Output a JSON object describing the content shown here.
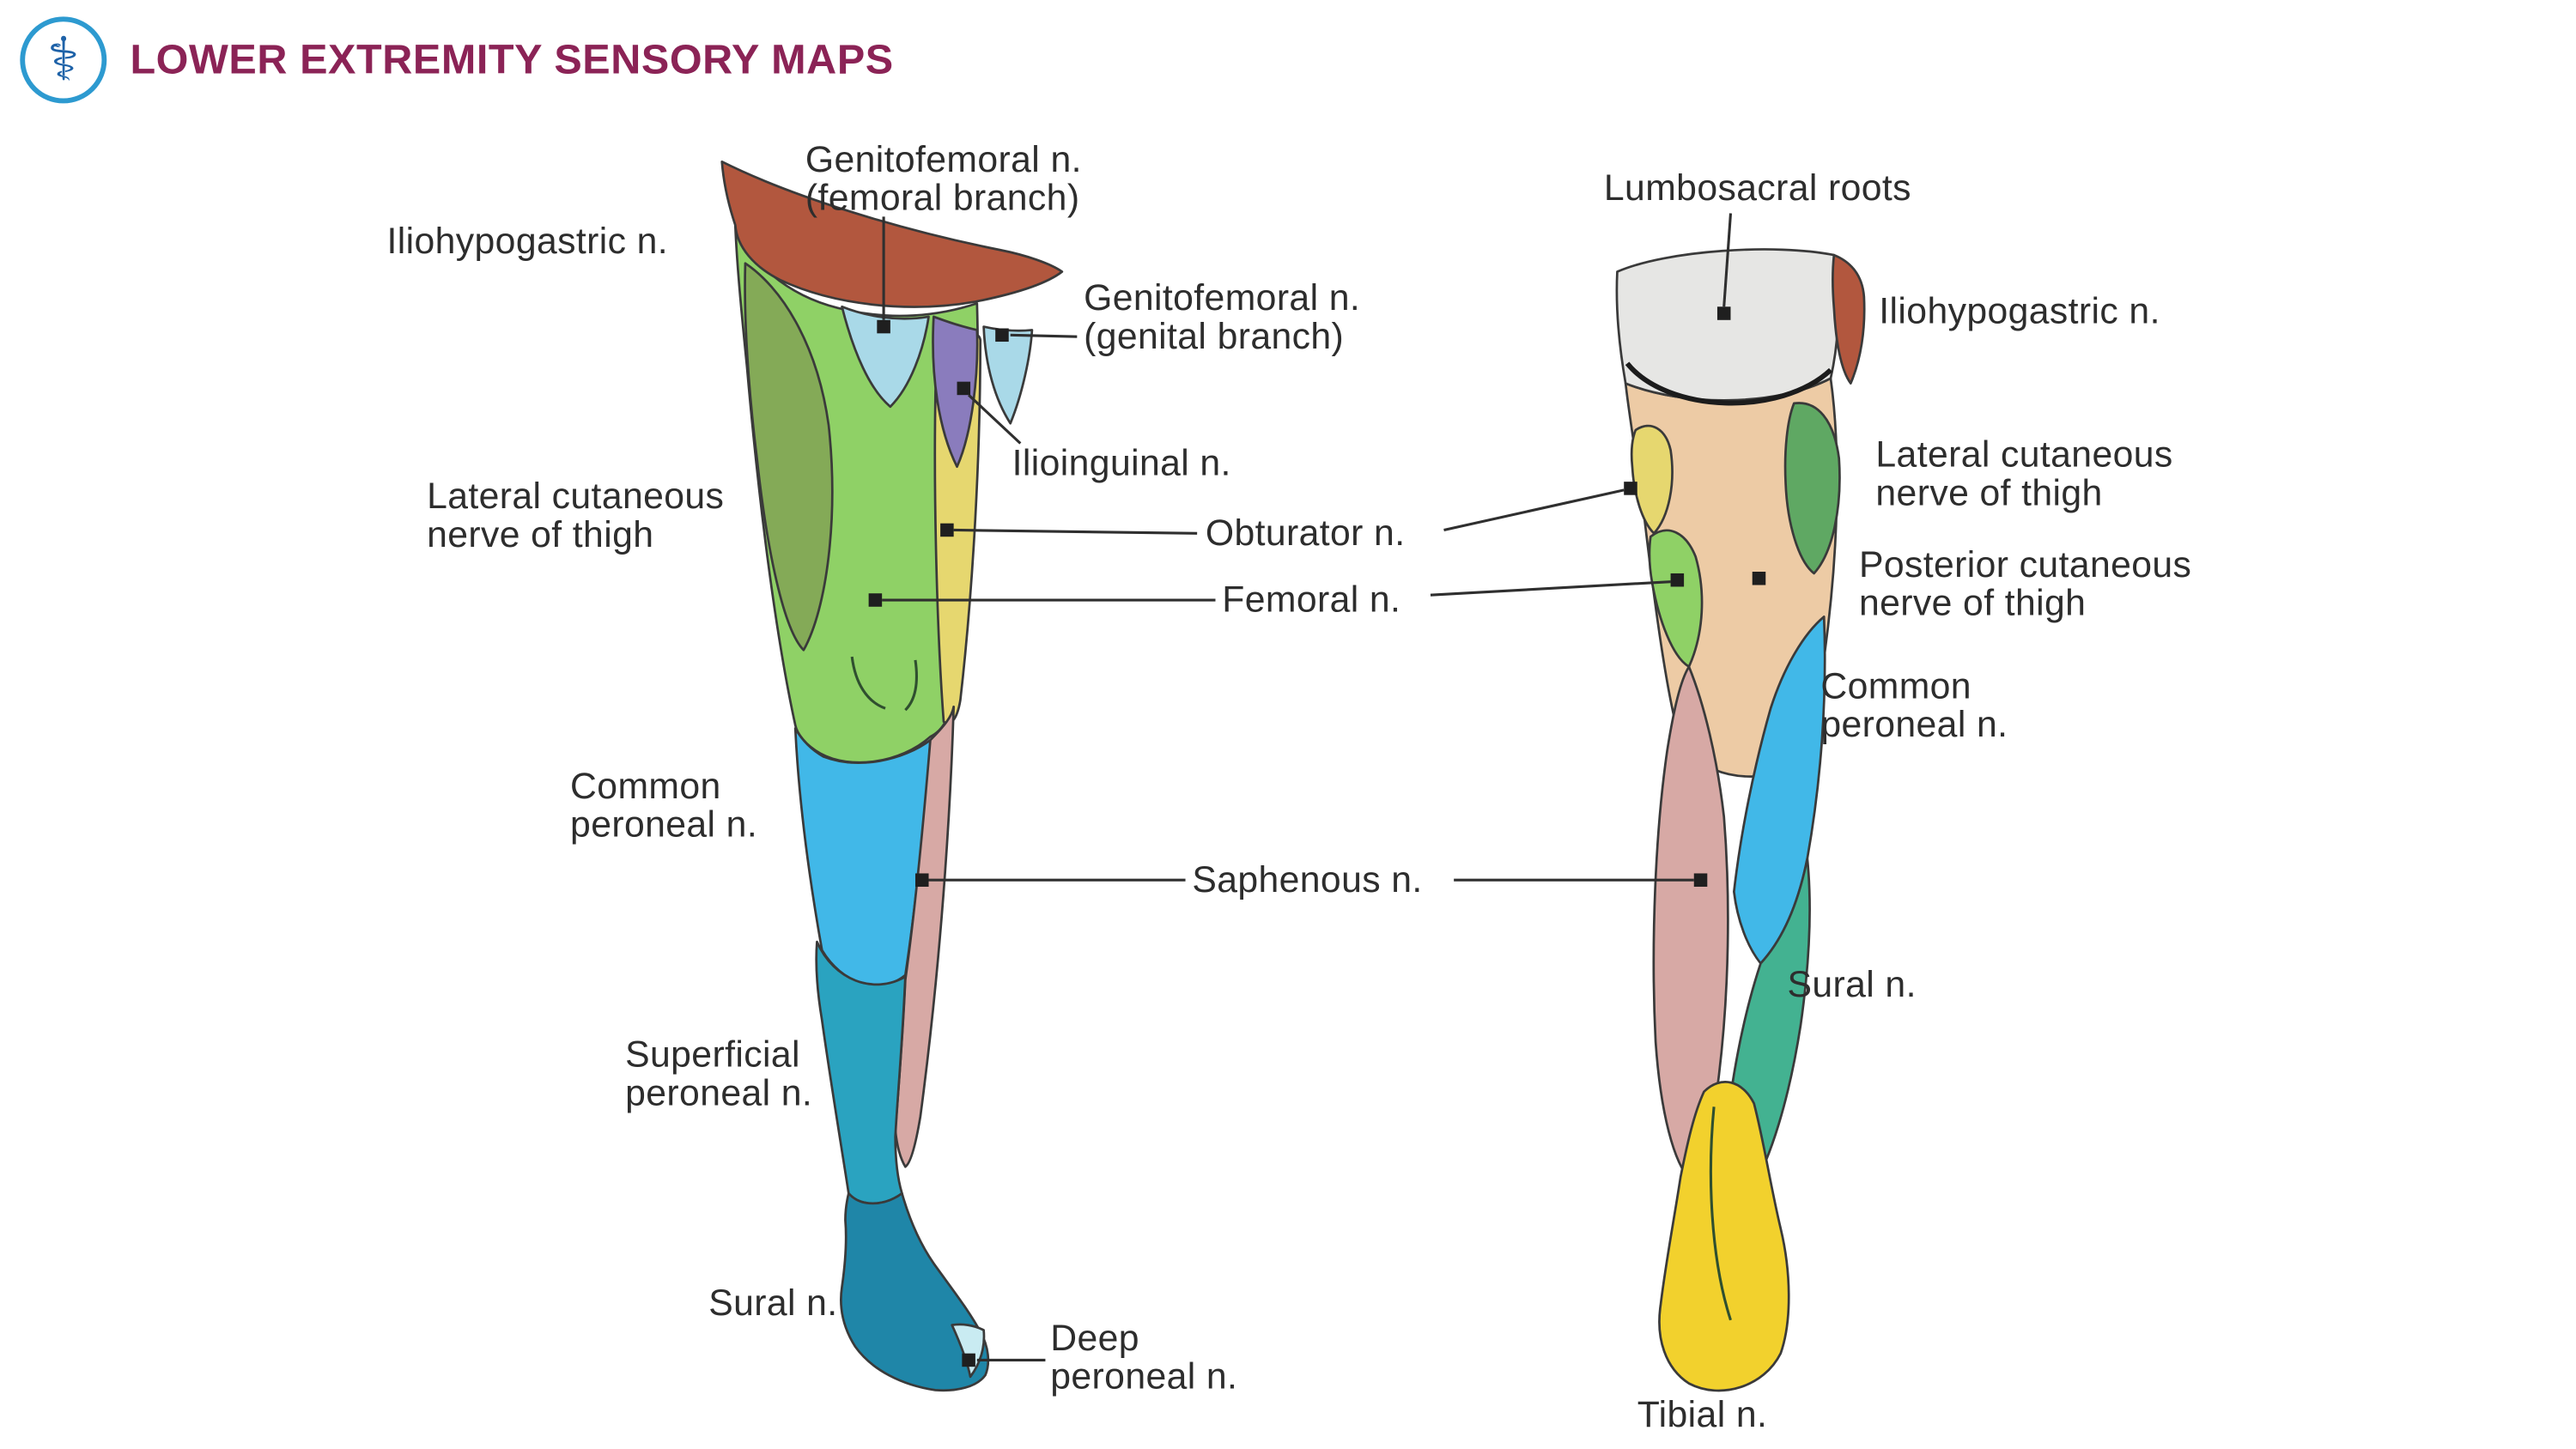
{
  "header": {
    "title": "LOWER EXTREMITY SENSORY MAPS",
    "logo_glyph": "⚕"
  },
  "labels": {
    "genitofemoral_femoral": "Genitofemoral n.\n(femoral branch)",
    "iliohypogastric_left": "Iliohypogastric n.",
    "genitofemoral_genital": "Genitofemoral n.\n(genital branch)",
    "ilioinguinal": "Ilioinguinal n.",
    "lateral_cutaneous_left": "Lateral cutaneous\nnerve of thigh",
    "obturator": "Obturator n.",
    "femoral": "Femoral n.",
    "common_peroneal_left": "Common\nperoneal n.",
    "saphenous": "Saphenous n.",
    "superficial_peroneal": "Superficial\nperoneal n.",
    "sural_left": "Sural n.",
    "deep_peroneal": "Deep\nperoneal n.",
    "lumbosacral_roots": "Lumbosacral roots",
    "iliohypogastric_right": "Iliohypogastric n.",
    "lateral_cutaneous_right": "Lateral cutaneous\nnerve of thigh",
    "posterior_cutaneous": "Posterior cutaneous\nnerve of thigh",
    "common_peroneal_right": "Common\nperoneal n.",
    "sural_right": "Sural n.",
    "tibial": "Tibial n."
  },
  "palette": {
    "iliohypogastric": "#b2573e",
    "genitofemoral": "#a9d9e8",
    "ilioinguinal": "#8a7cbd",
    "lateral_cutaneous_anterior": "#84aa57",
    "femoral": "#8fd166",
    "obturator": "#e6d76f",
    "common_peroneal": "#41b8e8",
    "saphenous": "#d7a9a5",
    "superficial_peroneal": "#2aa3c0",
    "sural_anterior": "#1f86a8",
    "deep_peroneal": "#c9ebf2",
    "lumbosacral_roots": "#e6e6e4",
    "posterior_cutaneous": "#edcba5",
    "lateral_cutaneous_posterior": "#5fa863",
    "femoral_posterior": "#8fd166",
    "sural_posterior": "#43b291",
    "tibial": "#f2d12d",
    "outline": "#3a3a3a",
    "leader_line": "#2f2f2f",
    "title_color": "#8b2356",
    "logo_blue": "#2d9ad0"
  }
}
